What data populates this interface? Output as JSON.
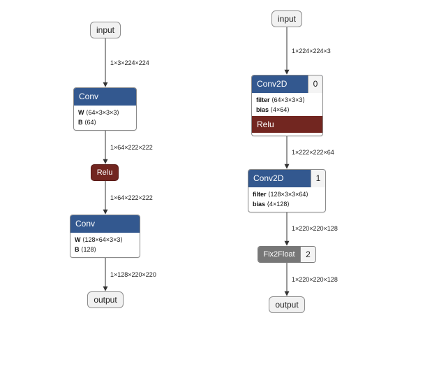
{
  "colors": {
    "op_header": "#33588f",
    "activation": "#722620",
    "fixed_op": "#777777",
    "io_fill": "#f1f1f1",
    "edge": "#333333"
  },
  "left_graph": {
    "input": "input",
    "edge1": "1×3×224×224",
    "conv1": {
      "title": "Conv",
      "attr1_key": "W",
      "attr1_val": "⟨64×3×3×3⟩",
      "attr2_key": "B",
      "attr2_val": "⟨64⟩"
    },
    "edge2": "1×64×222×222",
    "relu": "Relu",
    "edge3": "1×64×222×222",
    "conv2": {
      "title": "Conv",
      "attr1_key": "W",
      "attr1_val": "⟨128×64×3×3⟩",
      "attr2_key": "B",
      "attr2_val": "⟨128⟩"
    },
    "edge4": "1×128×220×220",
    "output": "output"
  },
  "right_graph": {
    "input": "input",
    "edge1": "1×224×224×3",
    "conv1": {
      "title": "Conv2D",
      "index": "0",
      "attr1_key": "filter",
      "attr1_val": "⟨64×3×3×3⟩",
      "attr2_key": "bias",
      "attr2_val": "⟨4×64⟩",
      "activation": "Relu"
    },
    "edge2": "1×222×222×64",
    "conv2": {
      "title": "Conv2D",
      "index": "1",
      "attr1_key": "filter",
      "attr1_val": "⟨128×3×3×64⟩",
      "attr2_key": "bias",
      "attr2_val": "⟨4×128⟩"
    },
    "edge3": "1×220×220×128",
    "fix": {
      "title": "Fix2Float",
      "index": "2"
    },
    "edge4": "1×220×220×128",
    "output": "output"
  }
}
